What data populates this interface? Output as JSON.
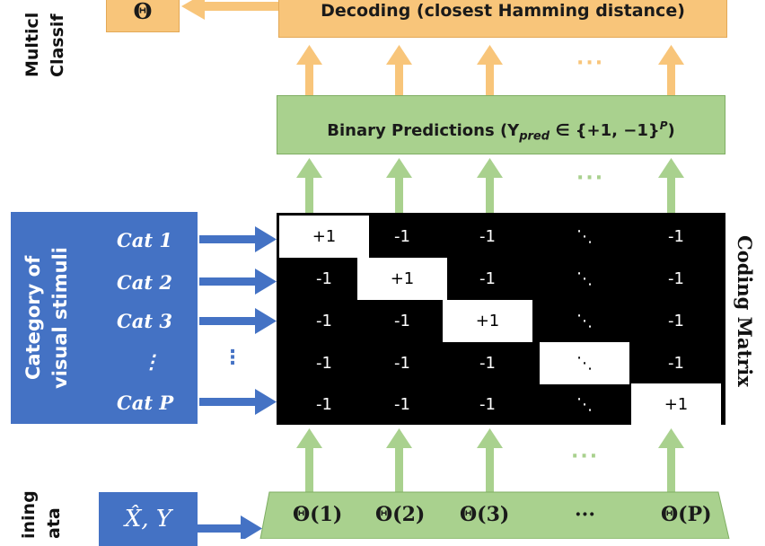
{
  "top": {
    "left_label_line1": "Multicl",
    "left_label_line2": "Classif",
    "theta_symbol": "Θ",
    "decoding_label": "Decoding (closest Hamming distance)"
  },
  "binary_predictions_label": "Binary Predictions (Y",
  "binary_predictions_sub": "pred",
  "binary_predictions_rest": " ∈ {+1, −1}",
  "binary_predictions_sup": "P",
  "binary_predictions_close": ")",
  "dots_h": "···",
  "categories": {
    "panel_label_line1": "Category of",
    "panel_label_line2": "visual stimuli",
    "items": [
      "Cat 1",
      "Cat 2",
      "Cat 3",
      "⋮",
      "Cat P"
    ],
    "row_dots": "⋮"
  },
  "coding_matrix": {
    "label": "Coding Matrix",
    "rows": [
      [
        "+1",
        "-1",
        "-1",
        "⋱",
        "-1"
      ],
      [
        "-1",
        "+1",
        "-1",
        "⋱",
        "-1"
      ],
      [
        "-1",
        "-1",
        "+1",
        "⋱",
        "-1"
      ],
      [
        "-1",
        "-1",
        "-1",
        "⋱",
        "-1"
      ],
      [
        "-1",
        "-1",
        "-1",
        "⋱",
        "+1"
      ]
    ],
    "diagonal": [
      [
        0,
        0
      ],
      [
        1,
        1
      ],
      [
        2,
        2
      ],
      [
        3,
        3
      ],
      [
        4,
        4
      ]
    ]
  },
  "bottom": {
    "left_label_line1": "ining",
    "left_label_line2": "ata",
    "xy_label": "X̂, Y",
    "classifiers": [
      "Θ(1)",
      "Θ(2)",
      "Θ(3)",
      "···",
      "Θ(P)"
    ]
  },
  "colors": {
    "orange": "#f8c57a",
    "green": "#a9d18e",
    "blue": "#4472c4",
    "black": "#000000"
  }
}
